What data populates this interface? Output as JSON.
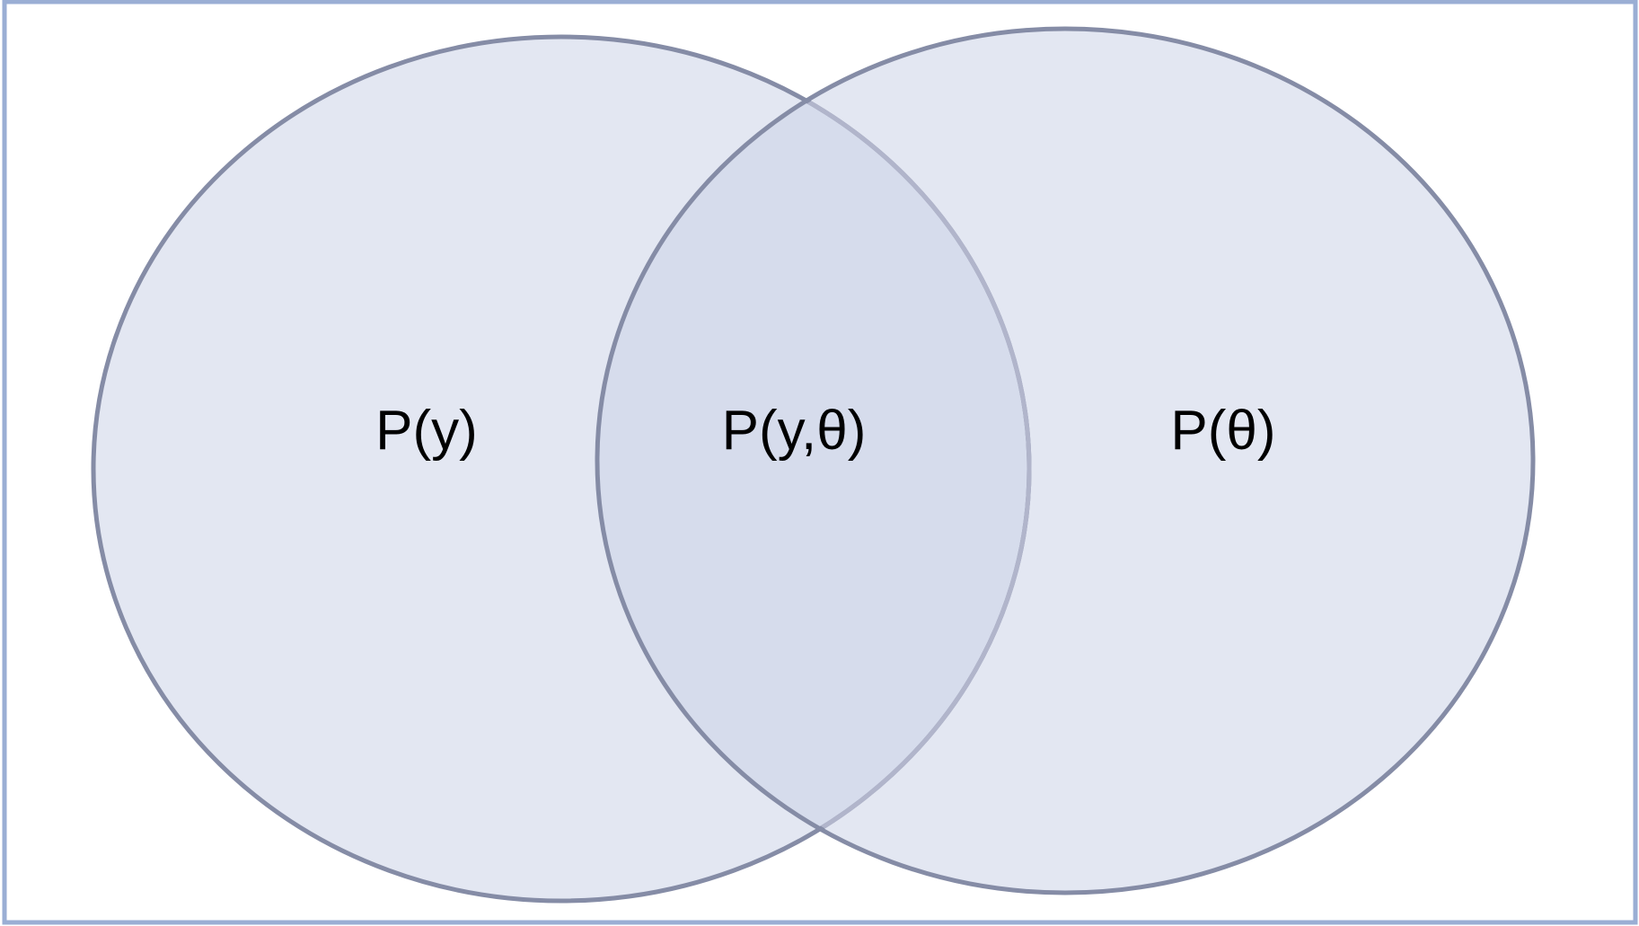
{
  "diagram": {
    "type": "venn",
    "sets": [
      {
        "id": "y",
        "label": "P(y)"
      },
      {
        "id": "theta",
        "label": "P(θ)"
      }
    ],
    "intersection": {
      "sets": [
        "y",
        "theta"
      ],
      "label": "P(y,θ)"
    }
  },
  "colors": {
    "frame": "#9aaed4",
    "circle_fill": "#e3e7f2",
    "overlap_fill": "#d6dcec",
    "circle_stroke": "#858ca6",
    "inner_arc_stroke": "#b1b5cb",
    "text": "#000000"
  }
}
